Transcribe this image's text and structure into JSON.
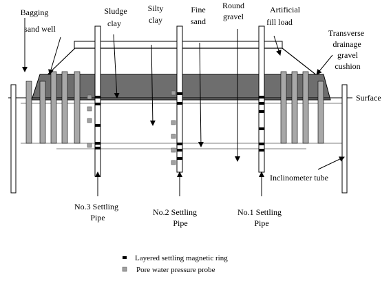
{
  "labels": {
    "bagging_sand_well": [
      "Bagging",
      "sand well"
    ],
    "sludge_clay": [
      "Sludge",
      "clay"
    ],
    "silty_clay": [
      "Silty",
      "clay"
    ],
    "fine_sand": [
      "Fine",
      "sand"
    ],
    "round_gravel": [
      "Round",
      "gravel"
    ],
    "artificial_fill_load": [
      "Artificial",
      "fill load"
    ],
    "transverse_drainage": [
      "Transverse",
      "drainage",
      "gravel",
      "cushion"
    ],
    "surface": "Surface",
    "inclinometer_tube": "Inclinometer tube",
    "pipe3": [
      "No.3 Settling",
      "Pipe"
    ],
    "pipe2": [
      "No.2 Settling",
      "Pipe"
    ],
    "pipe1": [
      "No.1 Settling",
      "Pipe"
    ]
  },
  "legend": {
    "magnetic_ring": "Layered settling magnetic ring",
    "pore_probe": "Pore water pressure probe"
  },
  "colors": {
    "fill_dark": "#6e6e6e",
    "drain_gray": "#a8a8a8",
    "probe_gray": "#a0a0a0",
    "line": "#000000"
  }
}
